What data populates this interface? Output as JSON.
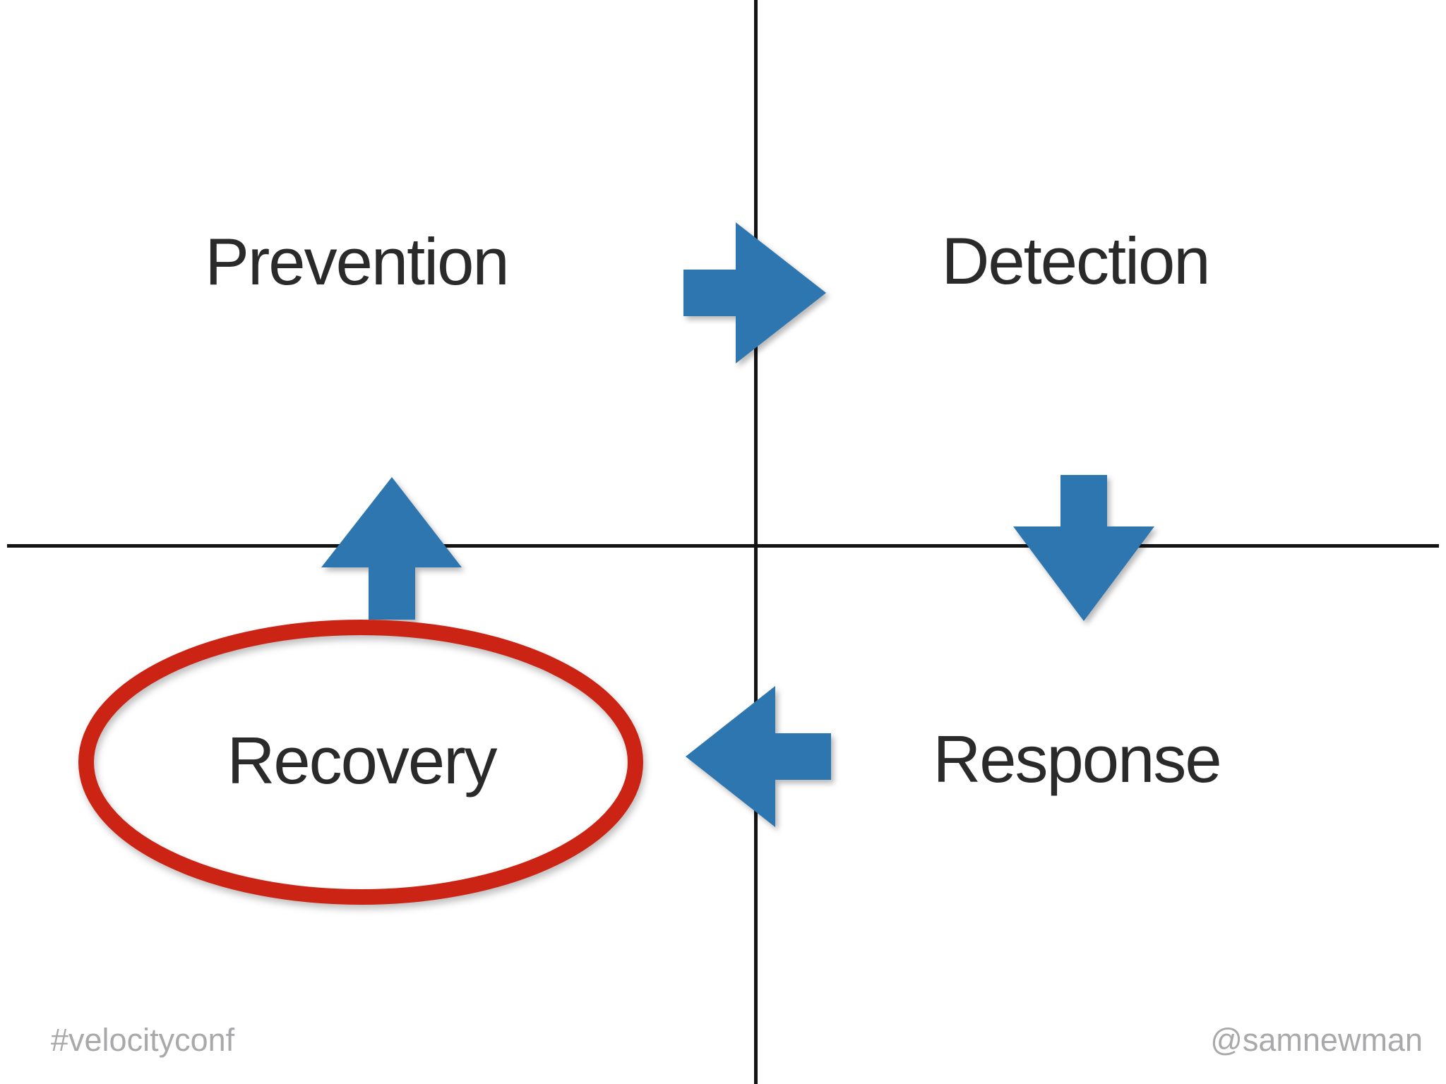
{
  "slide": {
    "quadrants": {
      "top_left": "Prevention",
      "top_right": "Detection",
      "bottom_left": "Recovery",
      "bottom_right": "Response"
    },
    "cycle_arrows": [
      {
        "icon": "arrow-right-icon",
        "from": "Prevention",
        "to": "Detection"
      },
      {
        "icon": "arrow-down-icon",
        "from": "Detection",
        "to": "Response"
      },
      {
        "icon": "arrow-left-icon",
        "from": "Response",
        "to": "Recovery"
      },
      {
        "icon": "arrow-up-icon",
        "from": "Recovery",
        "to": "Prevention"
      }
    ],
    "highlight": {
      "shape": "ellipse",
      "around": "Recovery"
    },
    "footer": {
      "left": "#velocityconf",
      "right": "@samnewman"
    },
    "colors": {
      "arrow_blue": "#2E76AF",
      "highlight_red": "#CC2414",
      "axis_black": "#141414",
      "label_text": "#2A2A2A",
      "footer_gray": "#A9A9AB"
    }
  }
}
